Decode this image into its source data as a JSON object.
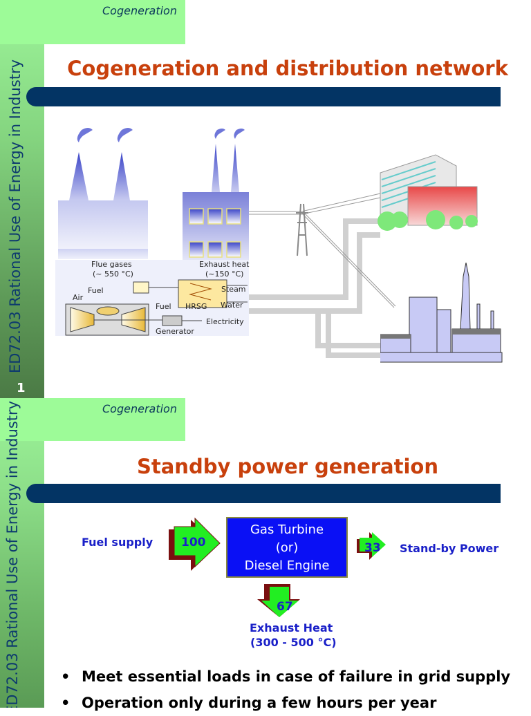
{
  "slides": [
    {
      "number": "1",
      "section": "Cogeneration",
      "course_label": "ED72.03 Rational Use of Energy in Industry",
      "title": "Cogeneration and distribution network",
      "diagram_labels": {
        "flue_gases": "Flue gases",
        "flue_temp": "(~ 550 °C)",
        "exhaust_heat": "Exhaust heat",
        "exhaust_temp": "(~150 °C)",
        "fuel_top": "Fuel",
        "air": "Air",
        "steam": "Steam",
        "fuel_hrsg": "Fuel",
        "hrsg": "HRSG",
        "water": "Water",
        "electricity": "Electricity",
        "generator": "Generator"
      }
    },
    {
      "section": "Cogeneration",
      "course_label": "ED72.03 Rational Use of Energy in Industry",
      "title": "Standby power generation",
      "flow": {
        "input_label": "Fuel supply",
        "input_value": "100",
        "engine_lines": [
          "Gas Turbine",
          "(or)",
          "Diesel Engine"
        ],
        "output_value": "33",
        "output_label": "Stand-by Power",
        "exhaust_value": "67",
        "exhaust_label": "Exhaust Heat",
        "exhaust_temp": "(300 - 500 °C)"
      },
      "bullets": [
        "Meet essential loads in case of failure in grid supply",
        "Operation only during a few hours per year"
      ]
    }
  ],
  "colors": {
    "title": "#c8400c",
    "bar": "#033464",
    "sidebar_light": "#9dfb98",
    "flow_text": "#1a20c8",
    "engine_box": "#0a10f5",
    "arrow_fill": "#22ee22",
    "arrow_shadow": "#7a0f0f"
  }
}
